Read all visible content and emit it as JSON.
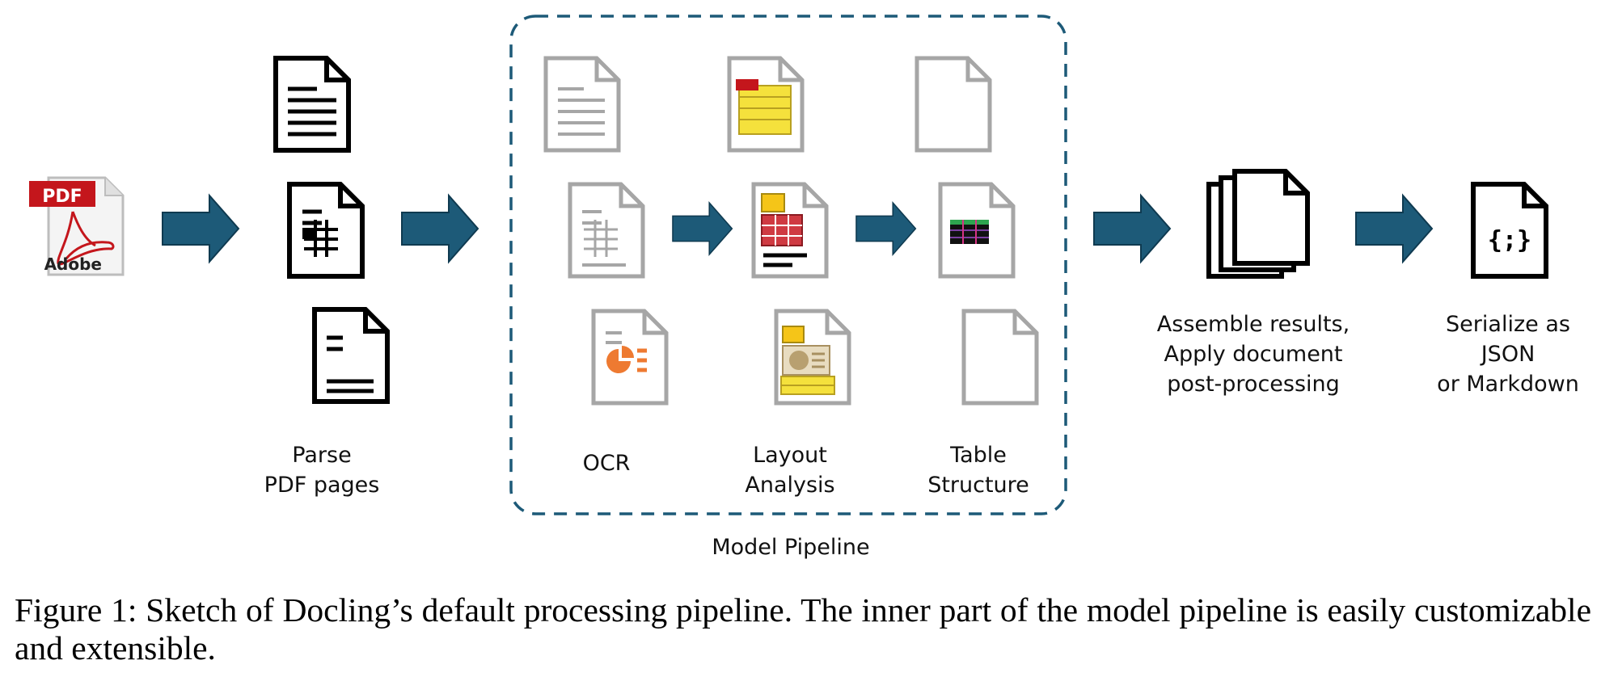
{
  "colors": {
    "arrow": "#1d5a78",
    "pipeline_border": "#1d5a78",
    "doc_black": "#000000",
    "doc_gray": "#a6a6a6",
    "pdf_red": "#c4161c",
    "layout_yellow": "#f5e13c",
    "table_red": "#cf3a42",
    "ocr_orange": "#ee7a31"
  },
  "icons": {
    "pdf_badge": "PDF",
    "pdf_brand": "Adobe",
    "json_glyph": "{;}"
  },
  "stages": {
    "parse": [
      "Parse",
      "PDF pages"
    ],
    "ocr": [
      "OCR"
    ],
    "layout": [
      "Layout",
      "Analysis"
    ],
    "table": [
      "Table",
      "Structure"
    ],
    "pipeline": [
      "Model Pipeline"
    ],
    "assemble": [
      "Assemble results,",
      "Apply document",
      "post-processing"
    ],
    "serialize": [
      "Serialize as",
      "JSON",
      "or Markdown"
    ]
  },
  "caption": "Figure 1: Sketch of Docling’s default processing pipeline. The inner part of the model pipeline is easily customizable and extensible."
}
